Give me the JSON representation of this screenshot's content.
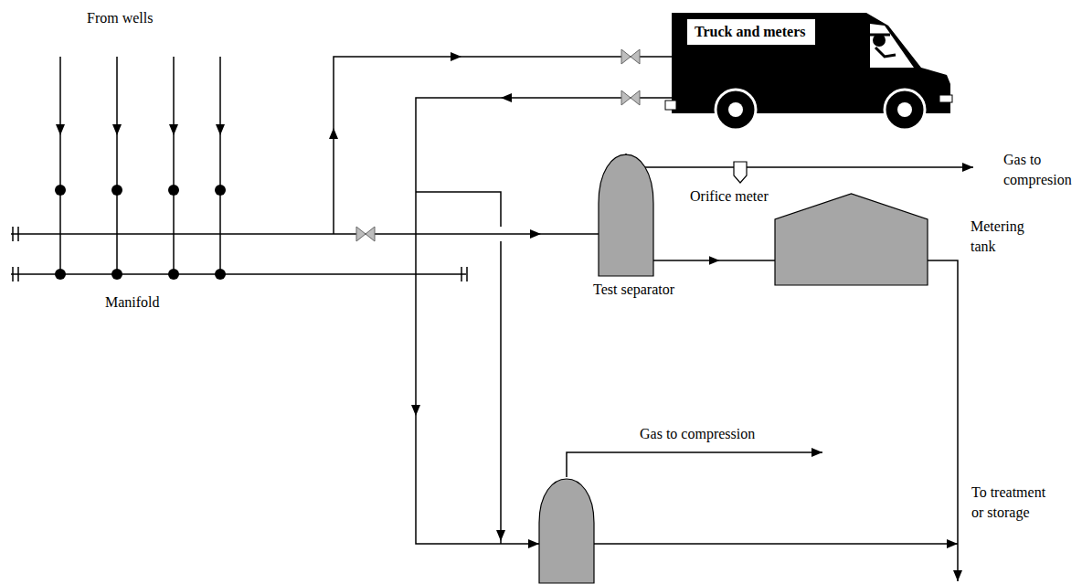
{
  "diagram": {
    "nodes": [
      {
        "text": [
          "Truck and meters"
        ]
      },
      {
        "text": [
          "Test separator"
        ]
      },
      {
        "text": [
          "Metering tank"
        ]
      }
    ],
    "edges": [
      {
        "from": 1,
        "to": 2,
        "arrow": "to"
      }
    ],
    "labels": [
      "From wells",
      "Gas to compresion",
      "Orifice meter",
      "Manifold",
      "Gas to compression",
      "To treatment or storage"
    ]
  }
}
